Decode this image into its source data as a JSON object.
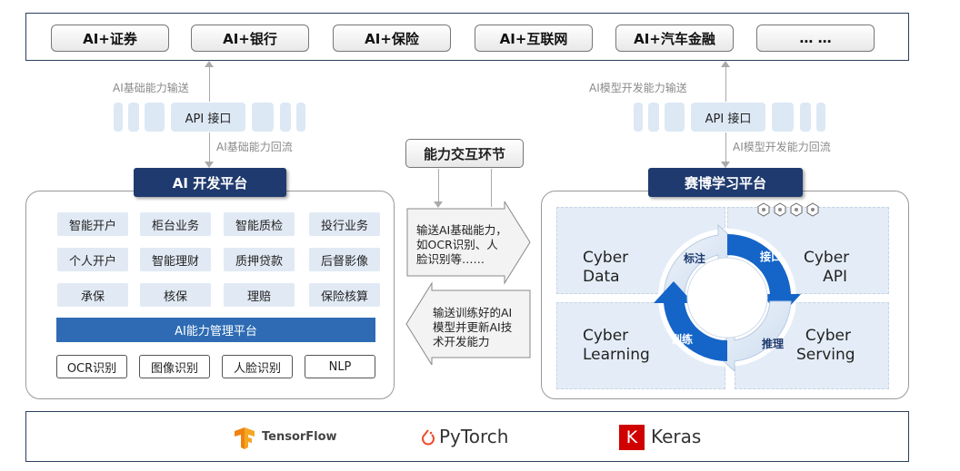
{
  "industries": [
    "AI+证券",
    "AI+银行",
    "AI+保险",
    "AI+互联网",
    "AI+汽车金融",
    "… …"
  ],
  "left": {
    "upload_label": "AI基础能力输送",
    "api_label": "API 接口",
    "return_label": "AI基础能力回流",
    "platform_title": "AI 开发平台",
    "modules": [
      [
        "智能开户",
        "柜台业务",
        "智能质检",
        "投行业务"
      ],
      [
        "个人开户",
        "智能理财",
        "质押贷款",
        "后督影像"
      ],
      [
        "承保",
        "核保",
        "理赔",
        "保险核算"
      ]
    ],
    "mgmt_bar": "AI能力管理平台",
    "tools": [
      "OCR识别",
      "图像识别",
      "人脸识别",
      "NLP"
    ]
  },
  "center": {
    "title": "能力交互环节",
    "right_arrow_text": [
      "输送AI基础能力，",
      "如OCR识别、人",
      "脸识别等……"
    ],
    "left_arrow_text": [
      "输送训练好的AI",
      "模型并更新AI技",
      "术开发能力"
    ]
  },
  "right": {
    "upload_label": "AI模型开发能力输送",
    "api_label": "API 接口",
    "return_label": "AI模型开发能力回流",
    "platform_title": "赛博学习平台",
    "quadrants": {
      "data": [
        "Cyber",
        "Data"
      ],
      "api": [
        "Cyber",
        "API"
      ],
      "learning": [
        "Cyber",
        "Learning"
      ],
      "serving": [
        "Cyber",
        "Serving"
      ]
    },
    "cycle": {
      "biaozhu": "标注",
      "jiekou": "接口",
      "xunlian": "训练",
      "tuili": "推理"
    }
  },
  "frameworks": {
    "tensorflow": "TensorFlow",
    "pytorch": "PyTorch",
    "keras": "Keras",
    "keras_logo": "K"
  },
  "colors": {
    "navy": "#1f3a6e",
    "blue": "#2e6bb4",
    "cycle_blue": "#1565c8",
    "light": "#dde8f5"
  }
}
